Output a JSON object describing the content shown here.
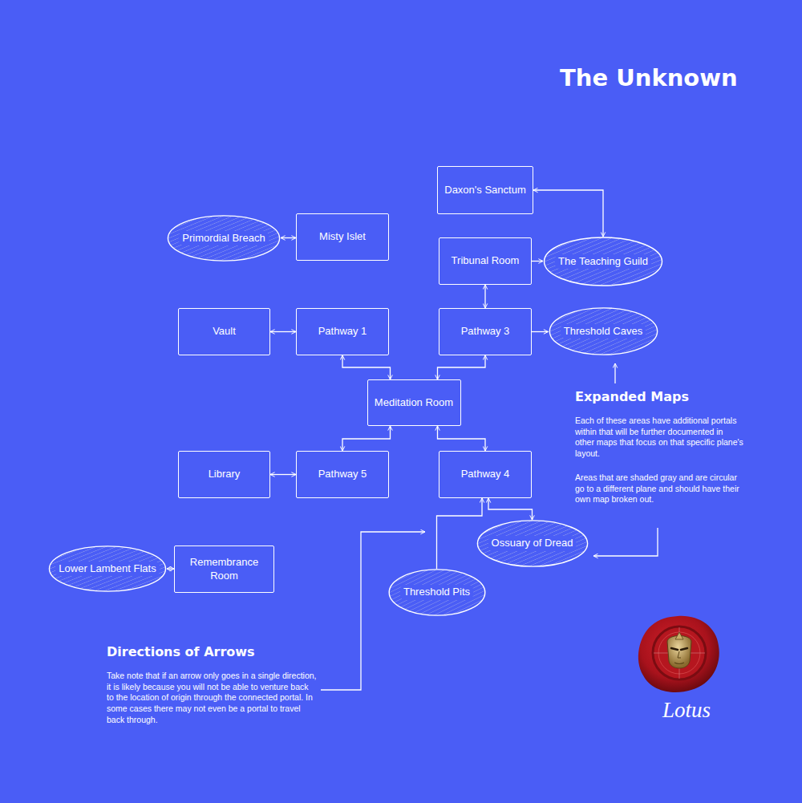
{
  "diagram": {
    "title": "The Unknown",
    "nodes": [
      {
        "text": [
          "Daxon's Sanctum"
        ]
      },
      {
        "text": [
          "Primordial Breach"
        ]
      },
      {
        "text": [
          "Misty Islet"
        ]
      },
      {
        "text": [
          "Tribunal Room"
        ]
      },
      {
        "text": [
          "The Teaching Guild"
        ]
      },
      {
        "text": [
          "Vault"
        ]
      },
      {
        "text": [
          "Pathway 1"
        ]
      },
      {
        "text": [
          "Pathway 3"
        ]
      },
      {
        "text": [
          "Threshold Caves"
        ]
      },
      {
        "text": [
          "Meditation Room"
        ]
      },
      {
        "text": [
          "Library"
        ]
      },
      {
        "text": [
          "Pathway 5"
        ]
      },
      {
        "text": [
          "Pathway 4"
        ]
      },
      {
        "text": [
          "Ossuary of Dread"
        ]
      },
      {
        "text": [
          "Lower Lambent Flats"
        ]
      },
      {
        "text": [
          "Remembrance Room"
        ]
      },
      {
        "text": [
          "Threshold Pits"
        ]
      }
    ],
    "edges": [
      {
        "from": 1,
        "to": 2,
        "arrow": "both"
      },
      {
        "from": 0,
        "to": 4,
        "arrow": "both"
      },
      {
        "from": 3,
        "to": 4,
        "arrow": "to"
      },
      {
        "from": 3,
        "to": 7,
        "arrow": "both"
      },
      {
        "from": 5,
        "to": 6,
        "arrow": "both"
      },
      {
        "from": 7,
        "to": 8,
        "arrow": "to"
      },
      {
        "from": 6,
        "to": 9,
        "arrow": "both"
      },
      {
        "from": 7,
        "to": 9,
        "arrow": "both"
      },
      {
        "from": 9,
        "to": 11,
        "arrow": "both"
      },
      {
        "from": 9,
        "to": 12,
        "arrow": "both"
      },
      {
        "from": 10,
        "to": 11,
        "arrow": "both"
      },
      {
        "from": 12,
        "to": 13,
        "arrow": "both"
      },
      {
        "from": 16,
        "to": 12,
        "arrow": "to"
      },
      {
        "from": 14,
        "to": 15,
        "arrow": "both"
      }
    ],
    "labels": [
      "Expanded Maps",
      "Each of these areas have additional portals within that will be further documented in other maps that focus on that specific plane's layout.",
      "Areas that are shaded gray and are circular go to a different plane and should have their own map broken out.",
      "Directions of Arrows",
      "Take note that if an arrow only goes in a single direction, it is likely because you will not be able to venture back to the location of origin through the connected portal. In some cases there may not even be a portal to travel back through.",
      "Lotus"
    ]
  }
}
